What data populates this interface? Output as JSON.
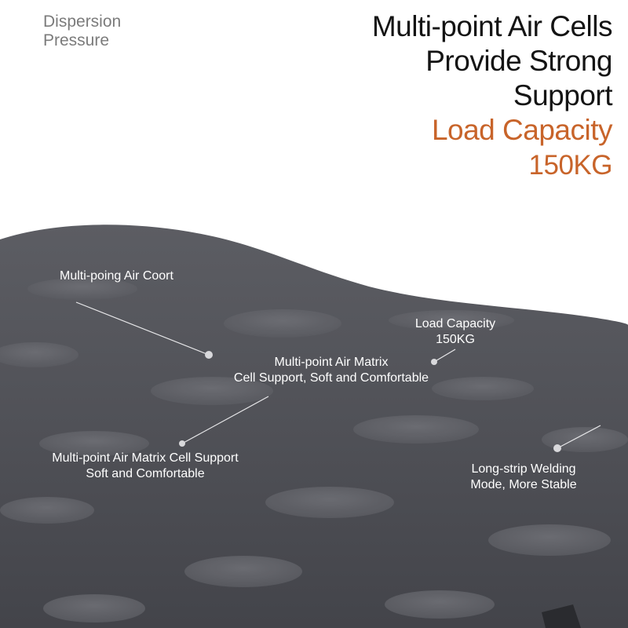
{
  "colors": {
    "accent": "#c8642a",
    "cushion": "#53545a",
    "cushion_dark": "#3f4045",
    "pocket": "#6b6c72",
    "callout_text": "#ffffff"
  },
  "tag": {
    "line1": "Dispersion",
    "line2": "Pressure"
  },
  "headline": {
    "line1": "Multi-point Air Cells",
    "line2": "Provide Strong",
    "line3": "Support",
    "accent_line": "Load Capacity",
    "value": "150KG"
  },
  "callouts": {
    "air_coort": {
      "line1": "Multi-poing Air Coort"
    },
    "load_capacity": {
      "line1": "Load Capacity",
      "line2": "150KG"
    },
    "matrix_center": {
      "line1": "Multi-point Air Matrix",
      "line2": "Cell Support, Soft and Comfortable"
    },
    "matrix_left": {
      "line1": "Multi-point Air Matrix Cell Support",
      "line2": "Soft and Comfortable"
    },
    "welding": {
      "line1": "Long-strip Welding",
      "line2": "Mode, More Stable"
    }
  }
}
